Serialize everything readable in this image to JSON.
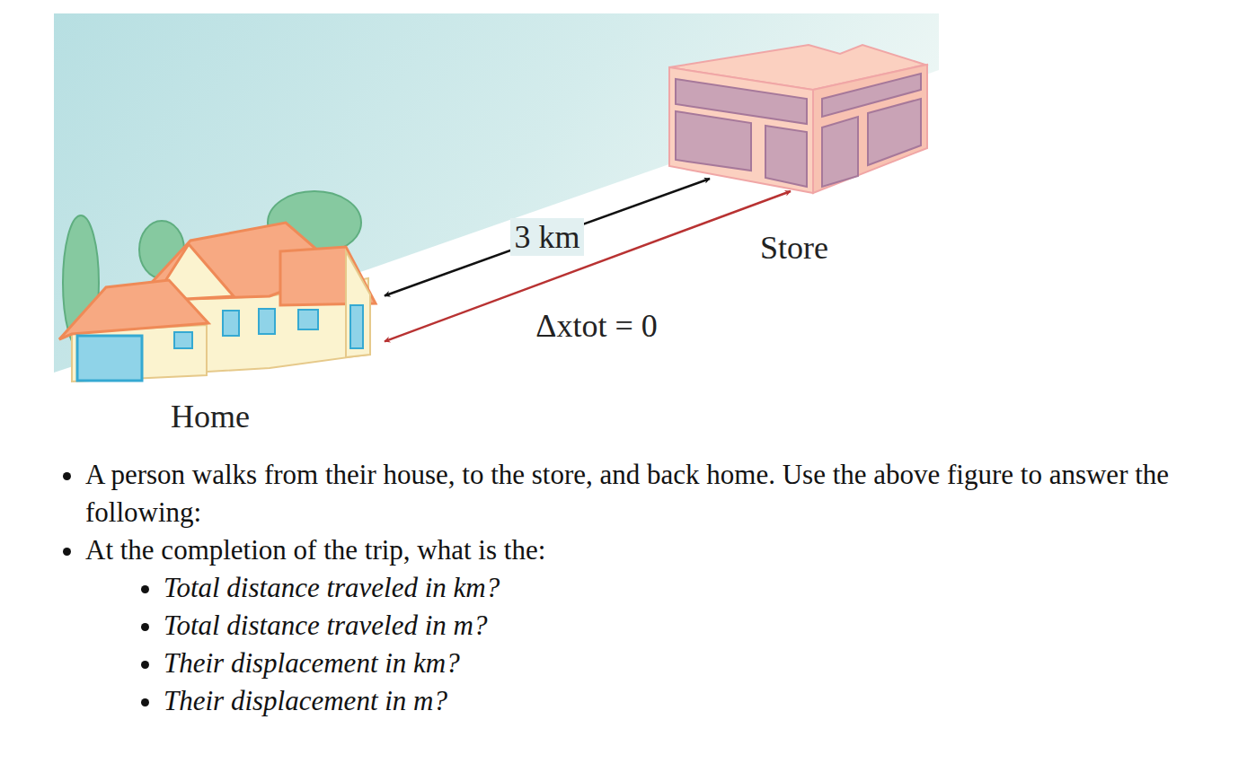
{
  "diagram": {
    "nodes": [
      {
        "text": [
          "Home"
        ]
      },
      {
        "text": [
          "Store"
        ]
      }
    ],
    "edges": [
      {
        "from": 0,
        "to": 1,
        "arrow": "both",
        "label": "3 km"
      },
      {
        "from": 0,
        "to": 1,
        "arrow": "both",
        "label": "Δxtot = 0"
      }
    ],
    "labels": [
      "A person walks from their house, to the store, and back home.  Use the above figure to answer the following:",
      "At the completion of the trip, what is the:",
      "Total distance traveled in km?",
      "Total distance traveled in m?",
      "Their displacement in km?",
      "Their displacement in m?"
    ]
  }
}
